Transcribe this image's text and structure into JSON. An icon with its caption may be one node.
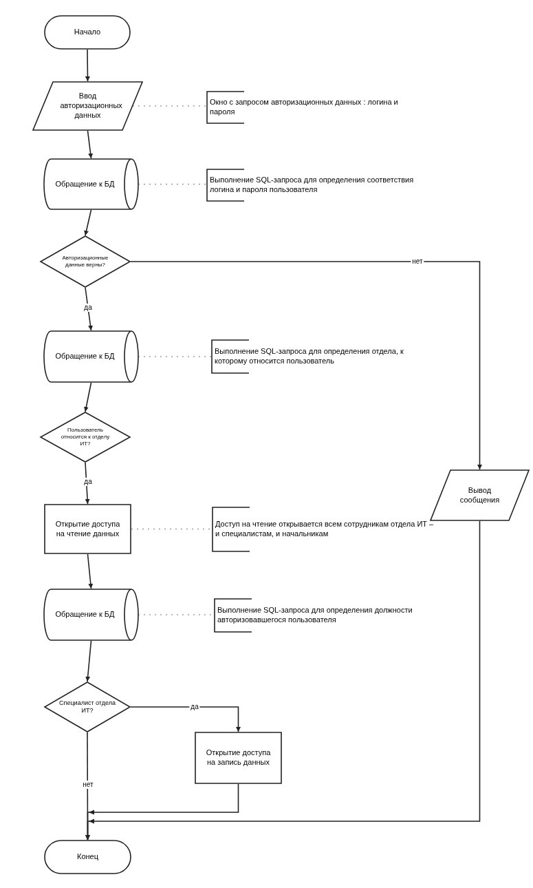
{
  "diagram": {
    "nodes": [
      {
        "text": [
          "Начало"
        ]
      },
      {
        "text": [
          "Ввод авторизационных данных"
        ]
      },
      {
        "text": [
          "Окно с запросом авторизационных данных : логина и пароля"
        ]
      },
      {
        "text": [
          "Обращение к БД"
        ]
      },
      {
        "text": [
          "Выполнение SQL-запроса для определения соответствия логина и пароля пользователя"
        ]
      },
      {
        "text": [
          "Авторизационные данные верны?"
        ]
      },
      {
        "text": [
          "Обращение к БД"
        ]
      },
      {
        "text": [
          "Выполнение SQL-запроса для определения отдела, к которому относится пользователь"
        ]
      },
      {
        "text": [
          "Пользователь относится к отделу ИТ?"
        ]
      },
      {
        "text": [
          "Открытие доступа на чтение данных"
        ]
      },
      {
        "text": [
          "Доступ на чтение открывается всем сотрудникам отдела ИТ – и специалистам, и начальникам"
        ]
      },
      {
        "text": [
          "Обращение к БД"
        ]
      },
      {
        "text": [
          "Выполнение SQL-запроса для определения должности авторизовавшегося пользователя"
        ]
      },
      {
        "text": [
          "Специалист отдела ИТ?"
        ]
      },
      {
        "text": [
          "Открытие доступа на запись данных"
        ]
      },
      {
        "text": [
          "Вывод сообщения"
        ]
      },
      {
        "text": [
          "Конец"
        ]
      }
    ],
    "edges": [
      {
        "from": 0,
        "to": 1,
        "arrow": "to"
      },
      {
        "from": 1,
        "to": 3,
        "arrow": "to"
      },
      {
        "from": 3,
        "to": 5,
        "arrow": "to"
      },
      {
        "from": 5,
        "to": 6,
        "arrow": "to",
        "label": "да"
      },
      {
        "from": 5,
        "to": 15,
        "arrow": "to",
        "label": "нет"
      },
      {
        "from": 6,
        "to": 8,
        "arrow": "to"
      },
      {
        "from": 8,
        "to": 9,
        "arrow": "to",
        "label": "да"
      },
      {
        "from": 9,
        "to": 11,
        "arrow": "to"
      },
      {
        "from": 11,
        "to": 13,
        "arrow": "to"
      },
      {
        "from": 13,
        "to": 14,
        "arrow": "to",
        "label": "да"
      },
      {
        "from": 13,
        "to": 16,
        "arrow": "to",
        "label": "нет"
      },
      {
        "from": 14,
        "to": 16,
        "arrow": "to"
      },
      {
        "from": 15,
        "to": 16,
        "arrow": "to"
      },
      {
        "from": 1,
        "to": 2,
        "arrow": "none",
        "style": "dashed"
      },
      {
        "from": 3,
        "to": 4,
        "arrow": "none",
        "style": "dashed"
      },
      {
        "from": 6,
        "to": 7,
        "arrow": "none",
        "style": "dashed"
      },
      {
        "from": 9,
        "to": 10,
        "arrow": "none",
        "style": "dashed"
      },
      {
        "from": 11,
        "to": 12,
        "arrow": "none",
        "style": "dashed"
      }
    ]
  }
}
